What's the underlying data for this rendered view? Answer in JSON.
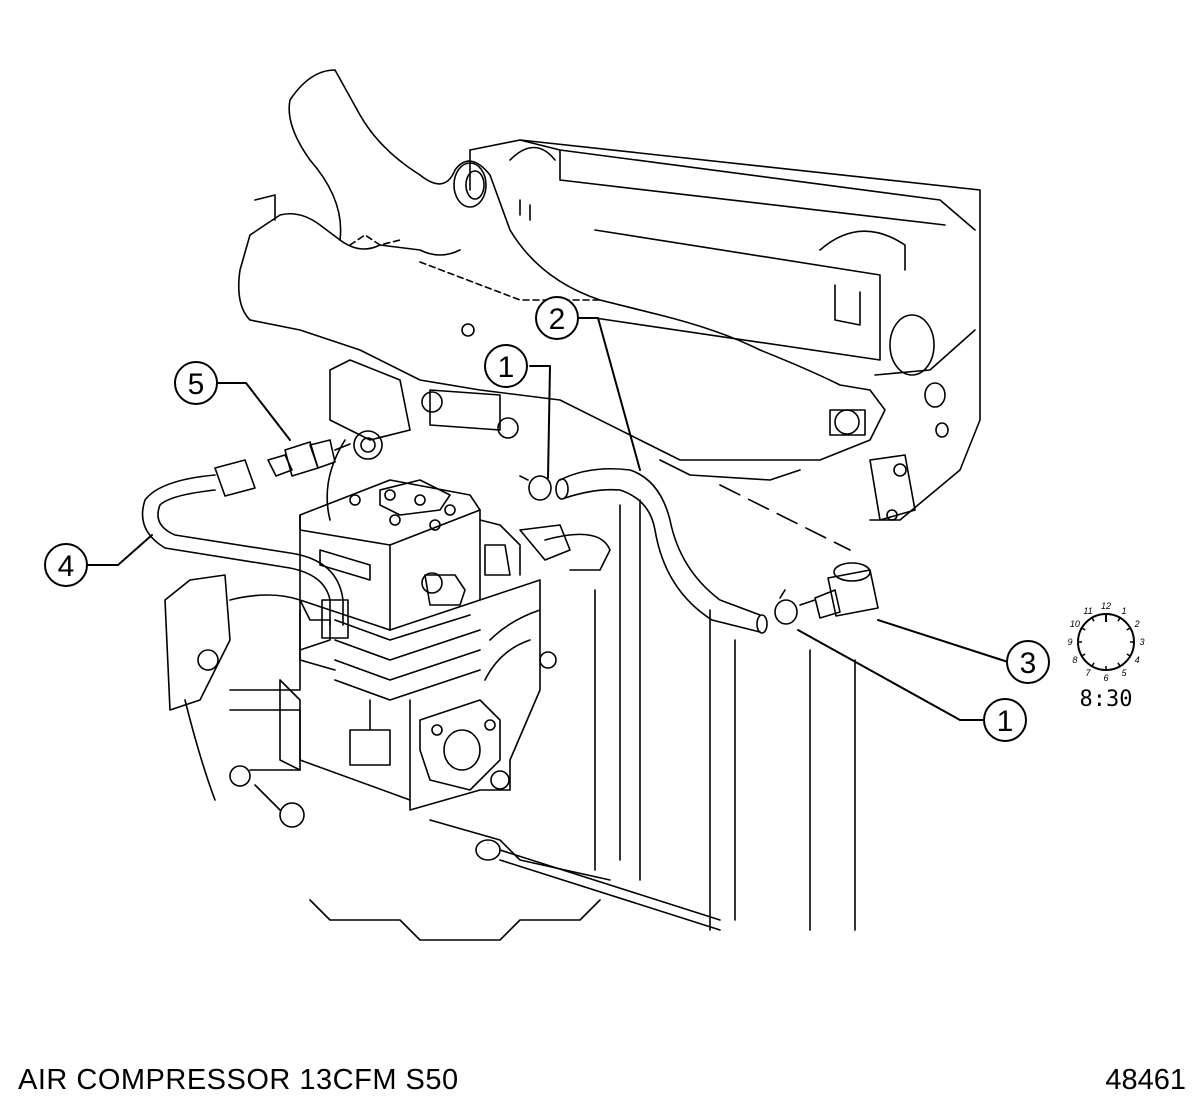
{
  "caption": "AIR COMPRESSOR 13CFM S50",
  "drawing_number": "48461",
  "callouts": [
    {
      "id": "callout-1-upper",
      "label": "1"
    },
    {
      "id": "callout-2",
      "label": "2"
    },
    {
      "id": "callout-3",
      "label": "3"
    },
    {
      "id": "callout-4",
      "label": "4"
    },
    {
      "id": "callout-5",
      "label": "5"
    },
    {
      "id": "callout-1-lower",
      "label": "1"
    }
  ],
  "clock": {
    "numbers": [
      "12",
      "1",
      "2",
      "3",
      "4",
      "5",
      "6",
      "7",
      "8",
      "9",
      "10",
      "11"
    ],
    "time": "8:30"
  },
  "colors": {
    "line": "#000000",
    "background": "#ffffff"
  }
}
